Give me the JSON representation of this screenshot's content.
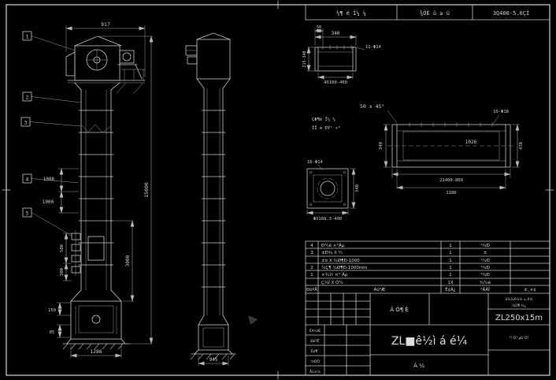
{
  "colors": {
    "background": "#000000",
    "line": "#c9c9c9",
    "dim_line": "#a8a8a8",
    "text": "#d2d2d2",
    "bright_text": "#f0f0f0"
  },
  "header_strip": {
    "cell_left": "½¶ é Ï¼ ¼",
    "cell_mid": "¾ÖÈ û ≥ ü",
    "cell_right": "3Q400-5.6ÇÌ"
  },
  "front_view": {
    "balloon_1": "1",
    "balloon_2": "2",
    "balloon_3": "3",
    "balloon_4": "4",
    "balloon_5": "5",
    "dim_head_width": "917",
    "dim_total_height": "15000",
    "dim_section": "3000",
    "dim_left_upper": "1086",
    "dim_left_lower": "1000",
    "dim_bucket_pitch": "500",
    "dim_bucket_depth": "300",
    "dim_boot_upper": "150",
    "dim_boot_lower": "85",
    "dim_base_width": "1286"
  },
  "side_view": {
    "dim_base_width": "945"
  },
  "detail_inlet": {
    "dim_width": "340",
    "dim_end": "50",
    "holes_label": "11-Φ14",
    "dim_side": "215-340",
    "bottom_label": "4X100-400"
  },
  "chamfer_note": "50 x 45°",
  "weld_note_line1": "ÇΦ¶é Ï¼ ¼",
  "weld_note_line2": "ÏÏ é ÐÝ¹ ×°",
  "detail_casing": {
    "holes_label": "10-Φ18",
    "dim_inner": "1026",
    "dim_length": "21400-800",
    "dim_length2": "1180",
    "dim_left": "340",
    "dim_right": "470"
  },
  "detail_flange": {
    "holes_label": "16-Φ14",
    "bottom_label": "ΦX168.3-400",
    "dim_side": "340"
  },
  "parts_table": {
    "rows": [
      {
        "no": "4",
        "name": "Ð¼ê ×°Áµ",
        "qty": "1",
        "material": "¹¾Ð"
      },
      {
        "no": "3",
        "name": "±Ð¾ X ¼",
        "qty": "1",
        "material": "±"
      },
      {
        "no": "",
        "name": "±¤ X ¾Ø¶Ð-1000",
        "qty": "1",
        "material": "¹¾Ð"
      },
      {
        "no": "2",
        "name": "¼Ç¶ ¾Ø¶Ð-1000mm",
        "qty": "1",
        "material": "¹¾Ð"
      },
      {
        "no": "1",
        "name": "×¾½ ×° Áµ",
        "qty": "1",
        "material": "¹¾Ð"
      },
      {
        "no": "",
        "name": "Ç¾Î X Ó¼",
        "qty": "1X",
        "material": "¾¼é"
      }
    ],
    "header": {
      "no": "ÐòºÅ",
      "name": "Ãû³Æ",
      "qty": "ÊýÁ¿",
      "material": "²ÄÁÏ",
      "remark": "±¸×¢"
    }
  },
  "title_block": {
    "scale_label": "Ä Ó¶ È",
    "top_note": "ö¾½X¾¼ ±,X¾",
    "type_note": "¼Ó¶ ¾¿",
    "model": "ZL250x15m",
    "title": "ZL■ê½ì á é¼",
    "page_label": "Á ¼",
    "sheet_note": "¹² Ò³ µÚ Ò³",
    "sig_rows": [
      "Éè¼Æ",
      "Ð£ºË",
      "Éó¶¨",
      "¹¤ÒÕ",
      "Åú×¼"
    ]
  }
}
